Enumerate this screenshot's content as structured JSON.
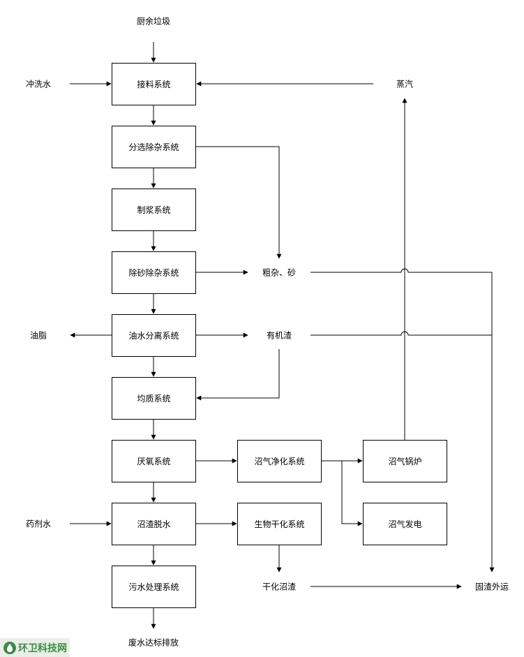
{
  "inputs": {
    "kitchen_waste": "厨余垃圾",
    "flush_water": "冲洗水",
    "chemical_water": "药剂水"
  },
  "steam": "蒸汽",
  "boxes": {
    "receiving": "接料系统",
    "sorting": "分选除杂系统",
    "pulping": "制浆系统",
    "desanding": "除砂除杂系统",
    "oil_water": "油水分离系统",
    "homogenize": "均质系统",
    "anaerobic": "厌氧系统",
    "dewatering": "沼渣脱水",
    "wastewater": "污水处理系统",
    "biogas_purify": "沼气净化系统",
    "bio_drying": "生物干化系统",
    "biogas_boiler": "沼气锅炉",
    "biogas_power": "沼气发电"
  },
  "outputs": {
    "grit": "粗杂、砂",
    "organic_residue": "有机渣",
    "grease": "油脂",
    "dried_digestate": "干化沼渣",
    "solid_out": "固渣外运",
    "discharge": "废水达标排放"
  },
  "watermark": "环卫科技网"
}
